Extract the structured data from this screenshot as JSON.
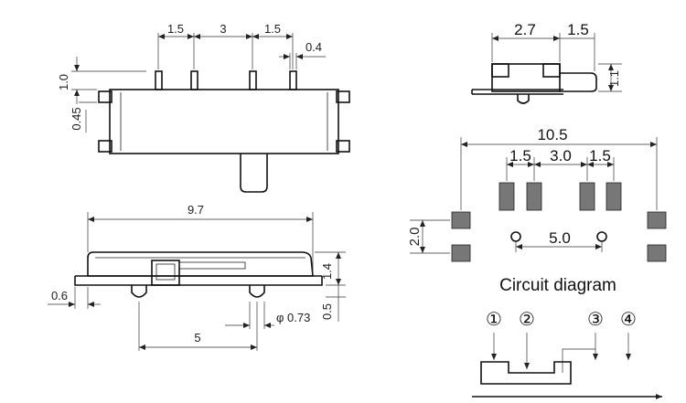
{
  "colors": {
    "line": "#111111",
    "pad_fill": "#777777",
    "background": "#ffffff"
  },
  "top_view": {
    "dim_pin_gap_left": "1.5",
    "dim_pin_pitch_mid": "3",
    "dim_pin_gap_right": "1.5",
    "dim_pin_width": "0.4",
    "dim_pin_height": "1.0",
    "dim_tab_offset": "0.45"
  },
  "side_view": {
    "dim_overall_length": "9.7",
    "dim_body_height": "1.4",
    "dim_standoff": "0.5",
    "dim_flange": "0.6",
    "dim_post_diameter": "φ 0.73",
    "dim_post_spacing": "5"
  },
  "end_view": {
    "dim_body_depth": "2.7",
    "dim_actuator_length": "1.5",
    "dim_actuator_height": "1.1"
  },
  "footprint": {
    "dim_overall_width": "10.5",
    "dim_pad_gap_left": "1.5",
    "dim_pad_pitch_mid": "3.0",
    "dim_pad_gap_right": "1.5",
    "dim_hole_spacing": "5.0",
    "dim_tab_pitch": "2.0"
  },
  "circuit": {
    "title": "Circuit diagram",
    "terminals": [
      "①",
      "②",
      "③",
      "④"
    ]
  }
}
